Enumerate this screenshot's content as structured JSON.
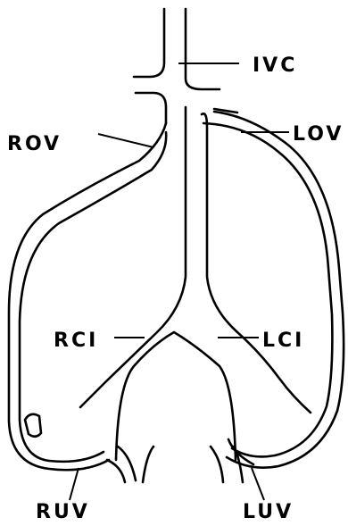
{
  "labels": {
    "ivc": "IVC",
    "rov": "ROV",
    "lov": "LOV",
    "rci": "RCI",
    "lci": "LCI",
    "ruv": "RUV",
    "luv": "LUV"
  }
}
